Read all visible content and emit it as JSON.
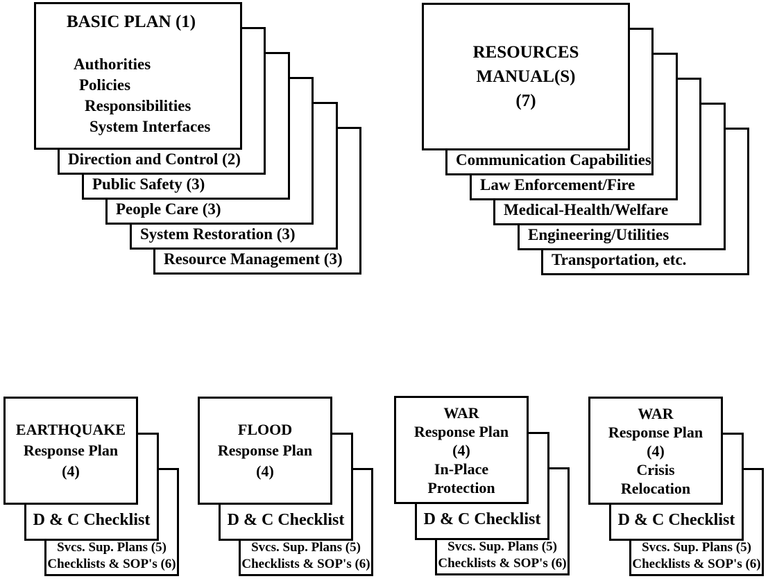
{
  "colors": {
    "ink": "#000000",
    "paper": "#ffffff"
  },
  "basic_plan": {
    "title": "BASIC PLAN (1)",
    "items": [
      "Authorities",
      "Policies",
      "Responsibilities",
      "System Interfaces"
    ],
    "layers": [
      "Direction and Control (2)",
      "Public Safety (3)",
      "People Care (3)",
      "System Restoration (3)",
      "Resource Management (3)"
    ]
  },
  "resources_manual": {
    "lines": [
      "RESOURCES",
      "MANUAL(S)",
      "(7)"
    ],
    "layers": [
      "Communication Capabilities",
      "Law Enforcement/Fire",
      "Medical-Health/Welfare",
      "Engineering/Utilities",
      "Transportation, etc."
    ]
  },
  "response_plans": [
    {
      "lines": [
        "EARTHQUAKE",
        "Response Plan",
        "(4)"
      ],
      "checklist": "D & C Checklist",
      "support": [
        "Svcs. Sup. Plans (5)",
        "Checklists & SOP's (6)"
      ]
    },
    {
      "lines": [
        "FLOOD",
        "Response Plan",
        "(4)"
      ],
      "checklist": "D & C Checklist",
      "support": [
        "Svcs. Sup. Plans (5)",
        "Checklists & SOP's (6)"
      ]
    },
    {
      "lines": [
        "WAR",
        "Response Plan",
        "(4)",
        "In-Place",
        "Protection"
      ],
      "checklist": "D & C Checklist",
      "support": [
        "Svcs. Sup. Plans (5)",
        "Checklists & SOP's (6)"
      ]
    },
    {
      "lines": [
        "WAR",
        "Response Plan",
        "(4)",
        "Crisis",
        "Relocation"
      ],
      "checklist": "D & C Checklist",
      "support": [
        "Svcs. Sup. Plans (5)",
        "Checklists & SOP's (6)"
      ]
    }
  ]
}
